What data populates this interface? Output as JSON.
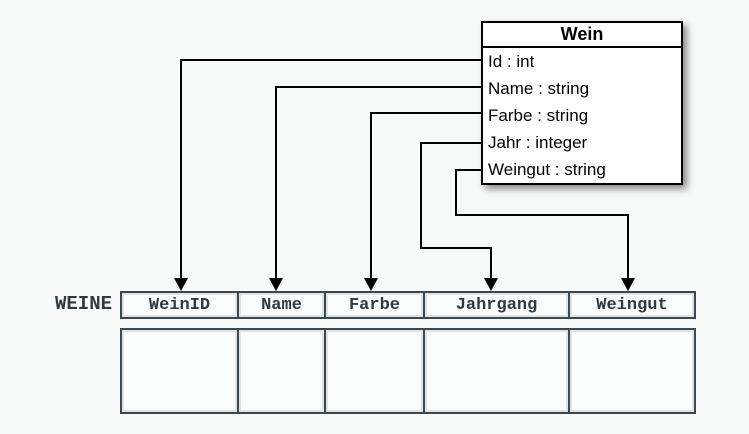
{
  "wein_class": {
    "title": "Wein",
    "attributes": [
      "Id : int",
      "Name : string",
      "Farbe : string",
      "Jahr : integer",
      "Weingut : string"
    ]
  },
  "table": {
    "name": "WEINE",
    "columns": [
      "WeinID",
      "Name",
      "Farbe",
      "Jahrgang",
      "Weingut"
    ],
    "empty_body_rows": 1
  },
  "mappings": [
    {
      "attribute": "Id",
      "column": "WeinID"
    },
    {
      "attribute": "Name",
      "column": "Name"
    },
    {
      "attribute": "Farbe",
      "column": "Farbe"
    },
    {
      "attribute": "Jahr",
      "column": "Jahrgang"
    },
    {
      "attribute": "Weingut",
      "column": "Weingut"
    }
  ],
  "colors": {
    "background": "#f8f9f9",
    "box_fill": "#ffffff",
    "box_border": "#000000",
    "connector": "#000000",
    "table_border": "#3d484e",
    "table_inner_highlight": "#dde4e7",
    "table_text": "#2e3a40"
  }
}
